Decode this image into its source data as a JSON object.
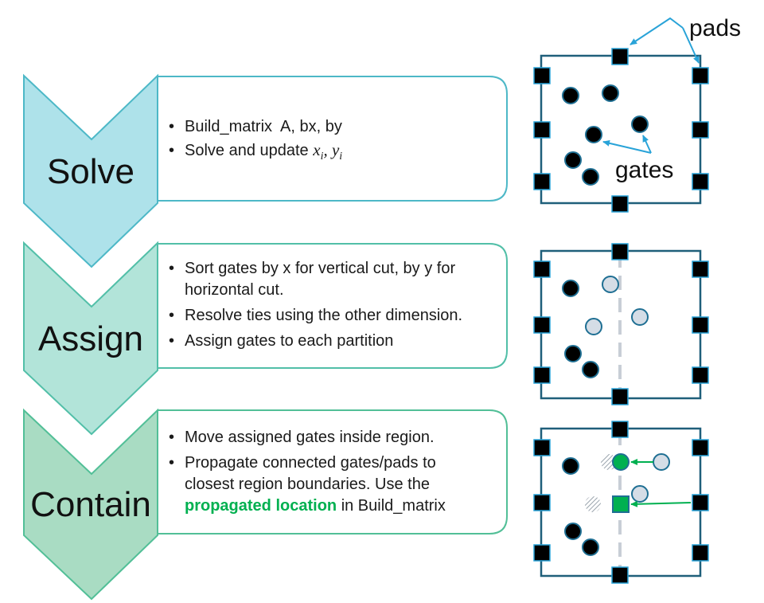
{
  "steps": [
    {
      "label": "Solve",
      "fill": "#aee2ea",
      "stroke": "#4db8c7",
      "bullets": [
        "Build_matrix  A, bx, by",
        "Solve and update "
      ],
      "math": {
        "x": "x",
        "i": "i",
        "sep": ", ",
        "y": "y"
      }
    },
    {
      "label": "Assign",
      "fill": "#b2e4d9",
      "stroke": "#52bfa8",
      "bullets": [
        "Sort gates by x for vertical cut, by y for",
        "horizontal cut.",
        "Resolve ties using the other dimension.",
        "Assign gates to each partition"
      ]
    },
    {
      "label": "Contain",
      "fill": "#a9dcc3",
      "stroke": "#52bf97",
      "bullets": [
        "Move assigned gates inside region.",
        "Propagate connected gates/pads to",
        "closest region boundaries. Use the",
        "in Build_matrix"
      ],
      "highlight": "propagated location"
    }
  ],
  "callouts": {
    "pads": "pads",
    "gates": "gates"
  },
  "colors": {
    "box_border": "#1f5f7a",
    "arrow": "#29a3d8",
    "dashed_cut": "#c8ced6",
    "faded_gate_fill": "#d5dde6",
    "green": "#00b050",
    "highlight_text": "#00b050"
  }
}
